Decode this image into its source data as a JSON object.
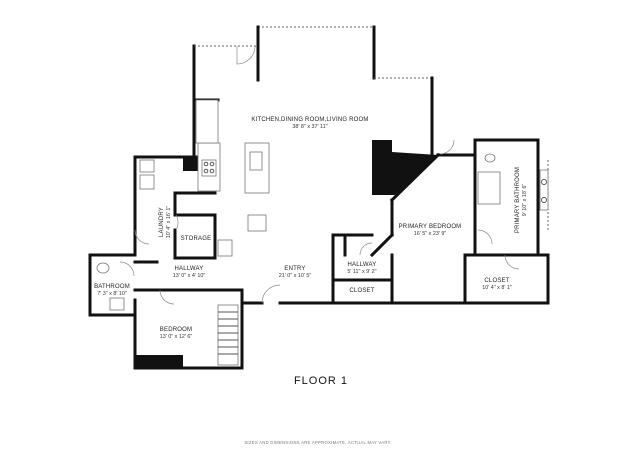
{
  "floor_title": "FLOOR 1",
  "disclaimer": "SIZES AND DIMENSIONS ARE APPROXIMATE, ACTUAL MAY VARY.",
  "rooms": {
    "kitchen": {
      "name": "KITCHEN,DINING ROOM,LIVING ROOM",
      "dims": "38' 8\" x 37' 11\""
    },
    "primary_bedroom": {
      "name": "PRIMARY BEDROOM",
      "dims": "16' 5\" x 23' 9\""
    },
    "primary_bathroom": {
      "name": "PRIMARY BATHROOM",
      "dims": "9' 10\" x 18' 6\""
    },
    "laundry": {
      "name": "LAUNDRY",
      "dims": "10' 4\" x 16' 1\""
    },
    "storage": {
      "name": "STORAGE"
    },
    "hallway_left": {
      "name": "HALLWAY",
      "dims": "13' 0\" x 4' 10\""
    },
    "entry": {
      "name": "ENTRY",
      "dims": "21' 0\" x 10' 5\""
    },
    "hallway_right": {
      "name": "HALLWAY",
      "dims": "5' 11\" x 9' 2\""
    },
    "closet_small": {
      "name": "CLOSET"
    },
    "closet_primary": {
      "name": "CLOSET",
      "dims": "10' 4\" x 8' 1\""
    },
    "bathroom": {
      "name": "BATHROOM",
      "dims": "7' 3\" x 8' 10\""
    },
    "bedroom": {
      "name": "BEDROOM",
      "dims": "13' 0\" x 12' 6\""
    }
  }
}
